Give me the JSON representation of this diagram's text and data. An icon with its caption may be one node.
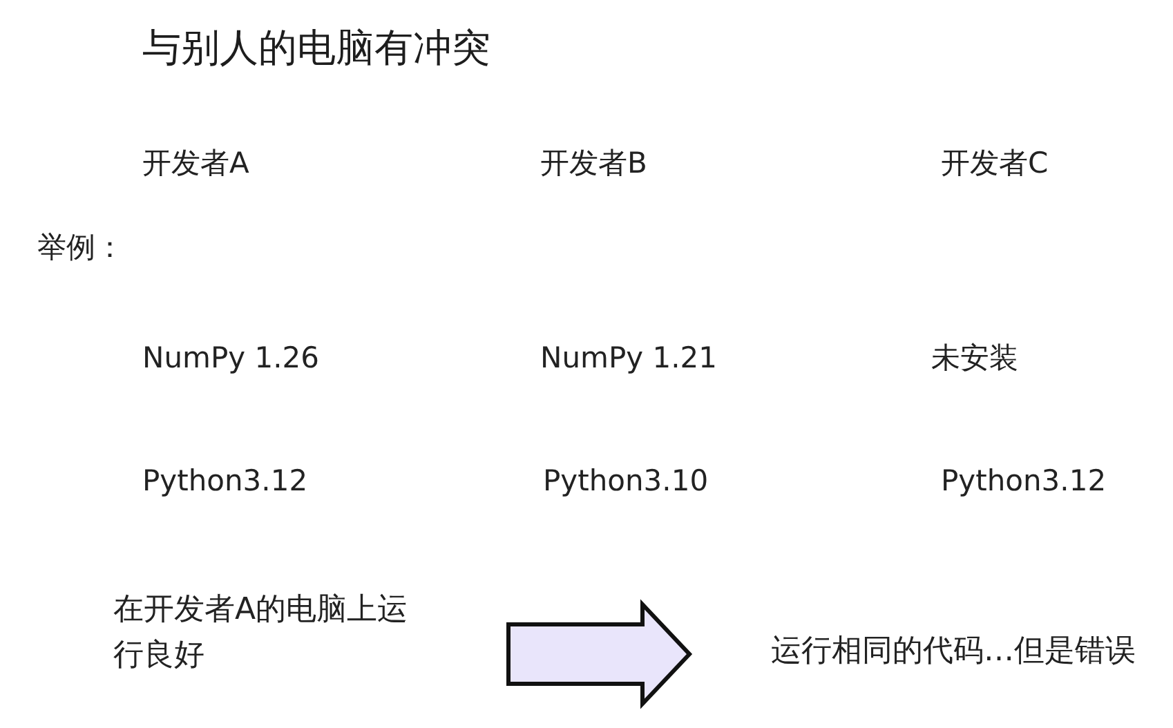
{
  "diagram": {
    "title": "与别人的电脑有冲突",
    "nodes": [
      {
        "text": [
          "在开发者A的电脑上运行良好"
        ]
      },
      {
        "text": [
          "运行相同的代码…但是错误"
        ]
      }
    ],
    "edges": [
      {
        "from": 0,
        "to": 1,
        "arrow": "to",
        "style": "thick"
      }
    ],
    "labels": [
      "开发者A",
      "开发者B",
      "开发者C",
      "举例：",
      "NumPy 1.26",
      "NumPy 1.21",
      "未安装",
      "Python3.12",
      "Python3.10",
      "Python3.12"
    ]
  }
}
